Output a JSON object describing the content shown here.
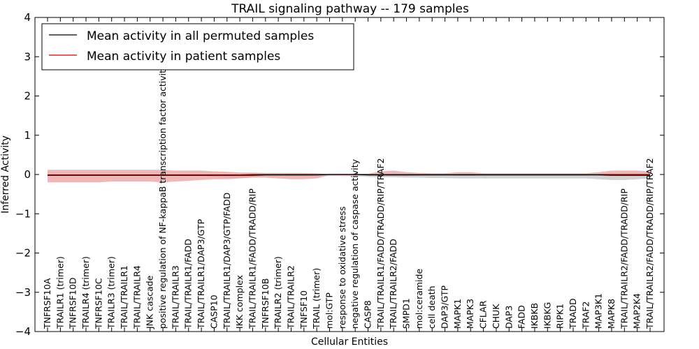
{
  "chart_data": {
    "type": "line",
    "title": "TRAIL signaling pathway -- 179 samples",
    "xlabel": "Cellular Entities",
    "ylabel": "Inferred Activity",
    "ylim": [
      -4,
      4
    ],
    "yticks": [
      -4,
      -3,
      -2,
      -1,
      0,
      1,
      2,
      3,
      4
    ],
    "ytick_labels": [
      "−4",
      "−3",
      "−2",
      "−1",
      "0",
      "1",
      "2",
      "3",
      "4"
    ],
    "legend_position": "top-left",
    "grid": false,
    "categories": [
      "TNFRSF10A",
      "TRAILR1 (trimer)",
      "TNFRSF10D",
      "TRAILR4 (trimer)",
      "TNFRSF10C",
      "TRAILR3 (trimer)",
      "TRAIL/TRAILR1",
      "TRAIL/TRAILR4",
      "JNK cascade",
      "positive regulation of NF-kappaB transcription factor activity",
      "TRAIL/TRAILR3",
      "TRAIL/TRAILR1/FADD",
      "TRAIL/TRAILR1/DAP3/GTP",
      "CASP10",
      "TRAIL/TRAILR1/DAP3/GTP/FADD",
      "IKK complex",
      "TRAIL/TRAILR1/FADD/TRADD/RIP",
      "TNFRSF10B",
      "TRAILR2 (trimer)",
      "TRAIL/TRAILR2",
      "TNFSF10",
      "TRAIL (trimer)",
      "mol:GTP",
      "response to oxidative stress",
      "negative regulation of caspase activity",
      "CASP8",
      "TRAIL/TRAILR1/FADD/TRADD/RIP/TRAF2",
      "TRAIL/TRAILR2/FADD",
      "SMPD1",
      "mol:ceramide",
      "cell death",
      "DAP3/GTP",
      "MAPK1",
      "MAPK3",
      "CFLAR",
      "CHUK",
      "DAP3",
      "FADD",
      "IKBKB",
      "IKBKG",
      "RIPK1",
      "TRADD",
      "TRAF2",
      "MAP3K1",
      "MAPK8",
      "TRAIL/TRAILR2/FADD/TRADD/RIP",
      "MAP2K4",
      "TRAIL/TRAILR2/FADD/TRADD/RIP/TRAF2"
    ],
    "series": [
      {
        "name": "Mean activity in all permuted samples",
        "color": "#000000",
        "values": [
          -0.02,
          -0.02,
          -0.02,
          -0.02,
          -0.02,
          -0.02,
          -0.02,
          -0.02,
          -0.02,
          -0.02,
          -0.02,
          -0.02,
          -0.02,
          -0.02,
          -0.02,
          -0.02,
          -0.02,
          -0.01,
          -0.01,
          -0.01,
          -0.01,
          -0.01,
          0.0,
          0.0,
          0.0,
          -0.01,
          -0.01,
          -0.01,
          -0.01,
          -0.01,
          -0.01,
          -0.01,
          -0.01,
          -0.01,
          -0.01,
          -0.01,
          -0.01,
          -0.01,
          -0.01,
          -0.01,
          -0.01,
          -0.01,
          -0.01,
          -0.01,
          -0.02,
          -0.02,
          -0.02,
          -0.02
        ],
        "band_low": [
          -0.02,
          -0.02,
          -0.02,
          -0.02,
          -0.02,
          -0.02,
          -0.03,
          -0.03,
          -0.03,
          -0.03,
          -0.03,
          -0.04,
          -0.04,
          -0.06,
          -0.08,
          -0.09,
          -0.06,
          -0.05,
          -0.05,
          -0.05,
          -0.05,
          -0.05,
          -0.04,
          -0.04,
          -0.05,
          -0.06,
          -0.07,
          -0.07,
          -0.08,
          -0.08,
          -0.09,
          -0.09,
          -0.1,
          -0.1,
          -0.1,
          -0.1,
          -0.1,
          -0.1,
          -0.1,
          -0.1,
          -0.1,
          -0.1,
          -0.1,
          -0.12,
          -0.14,
          -0.14,
          -0.12,
          -0.1
        ],
        "band_high": [
          0.02,
          0.02,
          0.02,
          0.02,
          0.02,
          0.02,
          0.02,
          0.02,
          0.02,
          0.02,
          0.02,
          0.02,
          0.02,
          0.02,
          0.02,
          0.02,
          0.02,
          0.02,
          0.02,
          0.02,
          0.02,
          0.02,
          0.02,
          0.02,
          0.02,
          0.02,
          0.02,
          0.02,
          0.02,
          0.02,
          0.02,
          0.02,
          0.02,
          0.02,
          0.02,
          0.02,
          0.02,
          0.02,
          0.02,
          0.02,
          0.02,
          0.02,
          0.02,
          0.02,
          0.02,
          0.02,
          0.02,
          0.02
        ],
        "band_color": "#b3b3b3"
      },
      {
        "name": "Mean activity in patient samples",
        "color": "#cc0000",
        "values": [
          -0.01,
          -0.01,
          -0.01,
          -0.01,
          -0.01,
          -0.01,
          -0.01,
          -0.01,
          -0.01,
          -0.01,
          -0.01,
          -0.01,
          -0.01,
          -0.01,
          -0.01,
          -0.01,
          0.0,
          0.0,
          0.0,
          0.0,
          0.0,
          0.0,
          0.0,
          0.0,
          0.0,
          0.0,
          0.0,
          0.0,
          0.0,
          0.0,
          0.0,
          0.0,
          0.0,
          0.0,
          0.0,
          0.0,
          0.0,
          0.0,
          0.0,
          0.0,
          0.0,
          0.0,
          0.0,
          0.0,
          0.0,
          0.0,
          0.0,
          0.0
        ],
        "band_low": [
          -0.2,
          -0.2,
          -0.2,
          -0.2,
          -0.2,
          -0.18,
          -0.18,
          -0.18,
          -0.18,
          -0.2,
          -0.18,
          -0.16,
          -0.14,
          -0.12,
          -0.12,
          -0.1,
          -0.08,
          -0.08,
          -0.1,
          -0.12,
          -0.12,
          -0.1,
          -0.02,
          -0.02,
          -0.02,
          -0.02,
          -0.04,
          -0.04,
          -0.04,
          -0.03,
          -0.02,
          -0.02,
          -0.03,
          -0.03,
          -0.02,
          -0.02,
          -0.02,
          -0.02,
          -0.02,
          -0.02,
          -0.02,
          -0.02,
          -0.02,
          -0.02,
          -0.03,
          -0.04,
          -0.04,
          -0.03
        ],
        "band_high": [
          0.12,
          0.12,
          0.12,
          0.12,
          0.12,
          0.12,
          0.12,
          0.12,
          0.12,
          0.12,
          0.1,
          0.1,
          0.1,
          0.08,
          0.07,
          0.05,
          0.05,
          0.04,
          0.04,
          0.04,
          0.04,
          0.03,
          0.01,
          0.01,
          0.01,
          0.02,
          0.08,
          0.1,
          0.06,
          0.04,
          0.03,
          0.03,
          0.06,
          0.06,
          0.03,
          0.03,
          0.03,
          0.03,
          0.03,
          0.03,
          0.03,
          0.03,
          0.03,
          0.06,
          0.1,
          0.1,
          0.1,
          0.08
        ],
        "band_color": "#e8a0a0"
      }
    ]
  }
}
